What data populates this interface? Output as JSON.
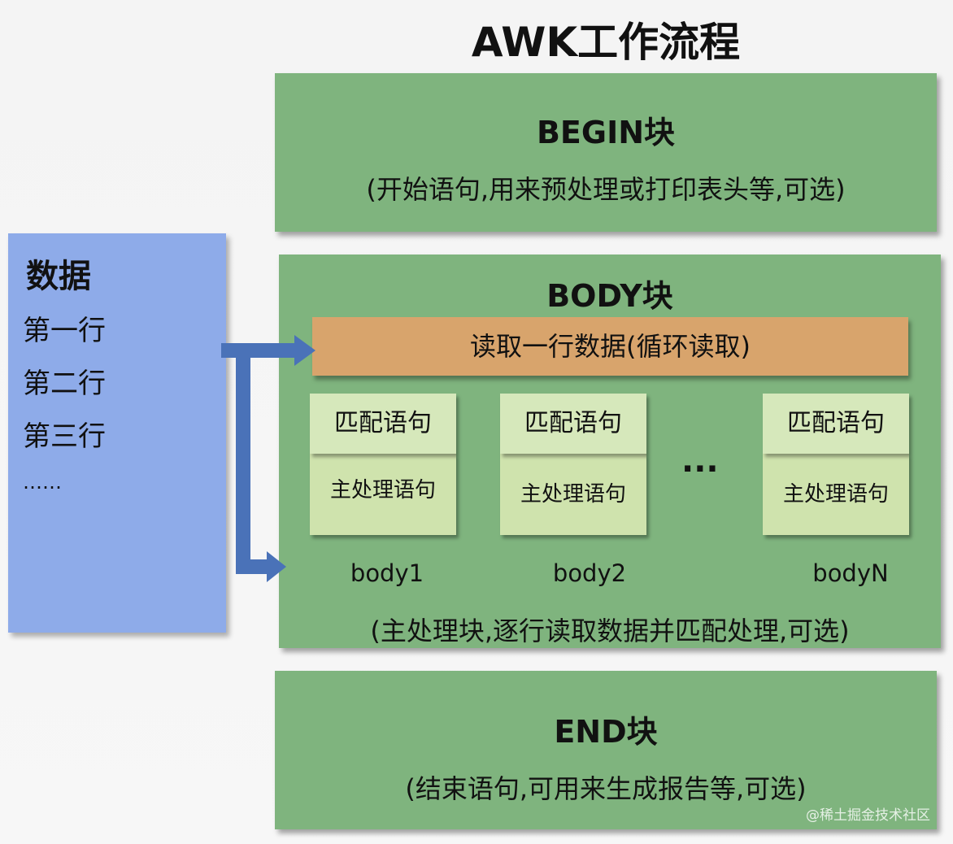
{
  "title": "AWK工作流程",
  "colors": {
    "block": "#7fb47e",
    "data": "#8eabe9",
    "read": "#d8a46c",
    "sub": "#d6e8bb",
    "arrow": "#4a72b8"
  },
  "begin": {
    "heading": "BEGIN块",
    "desc": "(开始语句,用来预处理或打印表头等,可选)"
  },
  "data": {
    "heading": "数据",
    "rows": [
      "第一行",
      "第二行",
      "第三行",
      "……"
    ]
  },
  "body": {
    "heading": "BODY块",
    "read": "读取一行数据(循环读取)",
    "subs": [
      {
        "match": "匹配语句",
        "main": "主处理语句",
        "label": "body1"
      },
      {
        "match": "匹配语句",
        "main": "主处理语句",
        "label": "body2"
      },
      {
        "match": "匹配语句",
        "main": "主处理语句",
        "label": "bodyN"
      }
    ],
    "ellipsis": "···",
    "desc": "(主处理块,逐行读取数据并匹配处理,可选)"
  },
  "end": {
    "heading": "END块",
    "desc": "(结束语句,可用来生成报告等,可选)"
  },
  "watermark": "@稀土掘金技术社区"
}
